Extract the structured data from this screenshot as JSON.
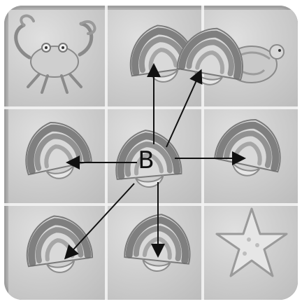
{
  "board": {
    "center_token": "B",
    "pieces": [
      {
        "row": 0,
        "col": 0,
        "type": "crab-icon"
      },
      {
        "row": 0,
        "col": 1,
        "type": "shell-icon"
      },
      {
        "row": 0,
        "col": 2,
        "type": "turtle-icon"
      },
      {
        "row": 1,
        "col": 0,
        "type": "shell-icon"
      },
      {
        "row": 1,
        "col": 1,
        "type": "shell-icon"
      },
      {
        "row": 1,
        "col": 2,
        "type": "shell-icon"
      },
      {
        "row": 2,
        "col": 0,
        "type": "shell-icon"
      },
      {
        "row": 2,
        "col": 1,
        "type": "shell-icon"
      },
      {
        "row": 2,
        "col": 2,
        "type": "starfish-icon"
      }
    ],
    "moves": [
      "up",
      "up-right",
      "left",
      "right",
      "down-left",
      "down"
    ]
  },
  "colors": {
    "board_bg": "#bdbdbd",
    "shell_dark": "#6f6f6f",
    "shell_light": "#d9d9d9",
    "arrow": "#111111"
  }
}
